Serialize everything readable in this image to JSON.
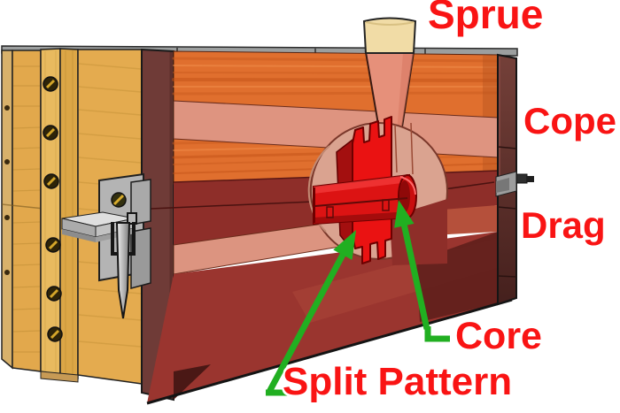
{
  "diagram": {
    "type": "sand-casting-mold-cutaway",
    "labels": {
      "sprue": "Sprue",
      "cope": "Cope",
      "drag": "Drag",
      "core": "Core",
      "split_pattern": "Split Pattern"
    },
    "colors": {
      "label_text": "#F91414",
      "label_outline": "#FFFFFF",
      "arrow_green": "#21AF21",
      "wood_golden": "#E4AB4F",
      "frame_maroon": "#6E3A36",
      "sand_orange": "#E06F2E",
      "sand_salmon": "#DE9480",
      "sand_dark_red": "#8E2E29",
      "pattern_red": "#EA1212",
      "sprue_cream": "#F1DCA6",
      "metal_gray": "#B4B4B4",
      "background": "#FFFFFF"
    }
  }
}
